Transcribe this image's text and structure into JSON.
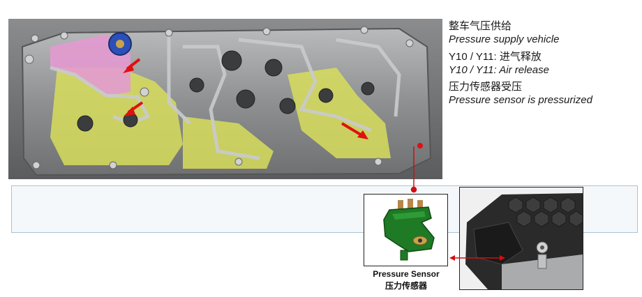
{
  "legend": [
    {
      "cn": "整车气压供给",
      "en": "Pressure supply vehicle"
    },
    {
      "cn": "Y10 / Y11: 进气释放",
      "en": "Y10 / Y11: Air release"
    },
    {
      "cn": "压力传感器受压",
      "en": "Pressure sensor is pressurized"
    }
  ],
  "sensor": {
    "caption_en": "Pressure Sensor",
    "caption_cn": "压力传感器"
  },
  "colors": {
    "supply_pink": "#e39ad0",
    "pressurized_yellow": "#d7dd5a",
    "arrow_red": "#e01010",
    "metal": "#9a9c9e",
    "sensor_green": "#1e7a24"
  }
}
